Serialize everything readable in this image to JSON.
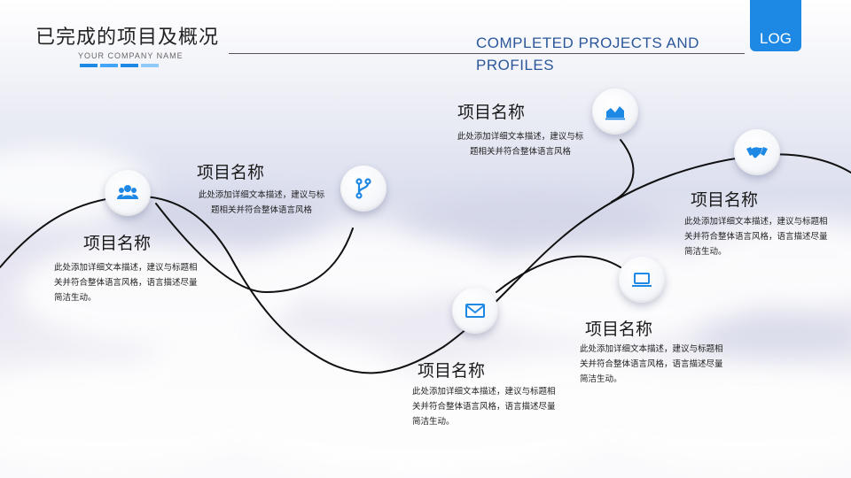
{
  "header": {
    "title": "已完成的项目及概况",
    "company": "YOUR COMPANY NAME",
    "english_title": "COMPLETED PROJECTS AND PROFILES",
    "logo": "LOG"
  },
  "colors": {
    "accent": "#1e88e5",
    "text": "#222222",
    "title_blue": "#2b579a"
  },
  "items": [
    {
      "icon": "users-icon",
      "title": "项目名称",
      "description": "此处添加详细文本描述，建议与标题相关并符合整体语言风格，语言描述尽量简洁生动。"
    },
    {
      "icon": "branch-icon",
      "title": "项目名称",
      "description": "此处添加详细文本描述，建议与标题相关并符合整体语言风格"
    },
    {
      "icon": "mail-icon",
      "title": "项目名称",
      "description": "此处添加详细文本描述，建议与标题相关并符合整体语言风格，语言描述尽量简洁生动。"
    },
    {
      "icon": "area-chart-icon",
      "title": "项目名称",
      "description": "此处添加详细文本描述，建议与标题相关并符合整体语言风格"
    },
    {
      "icon": "laptop-icon",
      "title": "项目名称",
      "description": "此处添加详细文本描述，建议与标题相关并符合整体语言风格，语言描述尽量简洁生动。"
    },
    {
      "icon": "handshake-icon",
      "title": "项目名称",
      "description": "此处添加详细文本描述，建议与标题相关并符合整体语言风格，语言描述尽量简洁生动。"
    }
  ]
}
